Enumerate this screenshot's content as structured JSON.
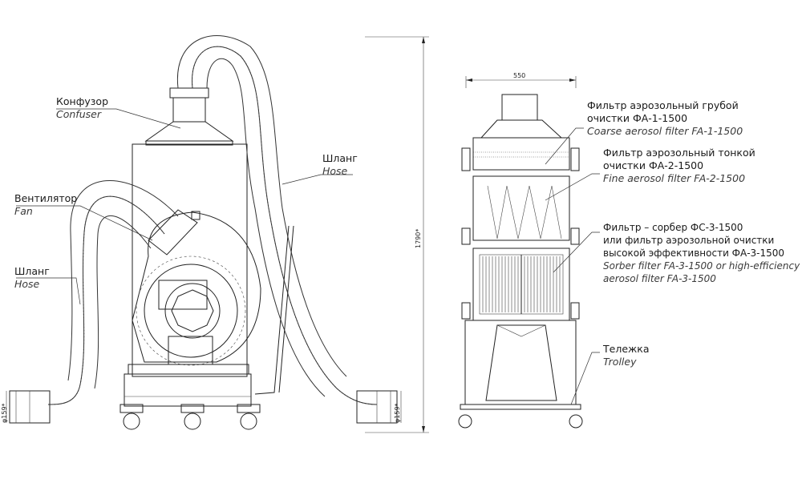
{
  "labels": {
    "confuser": {
      "ru": "Конфузор",
      "en": "Confuser"
    },
    "fan": {
      "ru": "Вентилятор",
      "en": "Fan"
    },
    "hose_left": {
      "ru": "Шланг",
      "en": "Hose"
    },
    "hose_right": {
      "ru": "Шланг",
      "en": "Hose"
    },
    "filter_fa1": {
      "ru1": "Фильтр аэрозольный грубой",
      "ru2": "очистки ФА-1-1500",
      "en": "Coarse aerosol filter FA-1-1500"
    },
    "filter_fa2": {
      "ru1": "Фильтр аэрозольный тонкой",
      "ru2": "очистки ФА-2-1500",
      "en": "Fine aerosol filter FA-2-1500"
    },
    "filter_fs3": {
      "ru1": "Фильтр – сорбер ФС-3-1500",
      "ru2": "или фильтр аэрозольной очистки",
      "ru3": "высокой эффективности ФА-3-1500",
      "en1": "Sorber filter FA-3-1500 or high-efficiency",
      "en2": "aerosol filter FA-3-1500"
    },
    "trolley": {
      "ru": "Тележка",
      "en": "Trolley"
    }
  },
  "dimensions": {
    "width": "550",
    "height": "1790*",
    "dia_left": "φ159*",
    "dia_right": "φ159*"
  }
}
